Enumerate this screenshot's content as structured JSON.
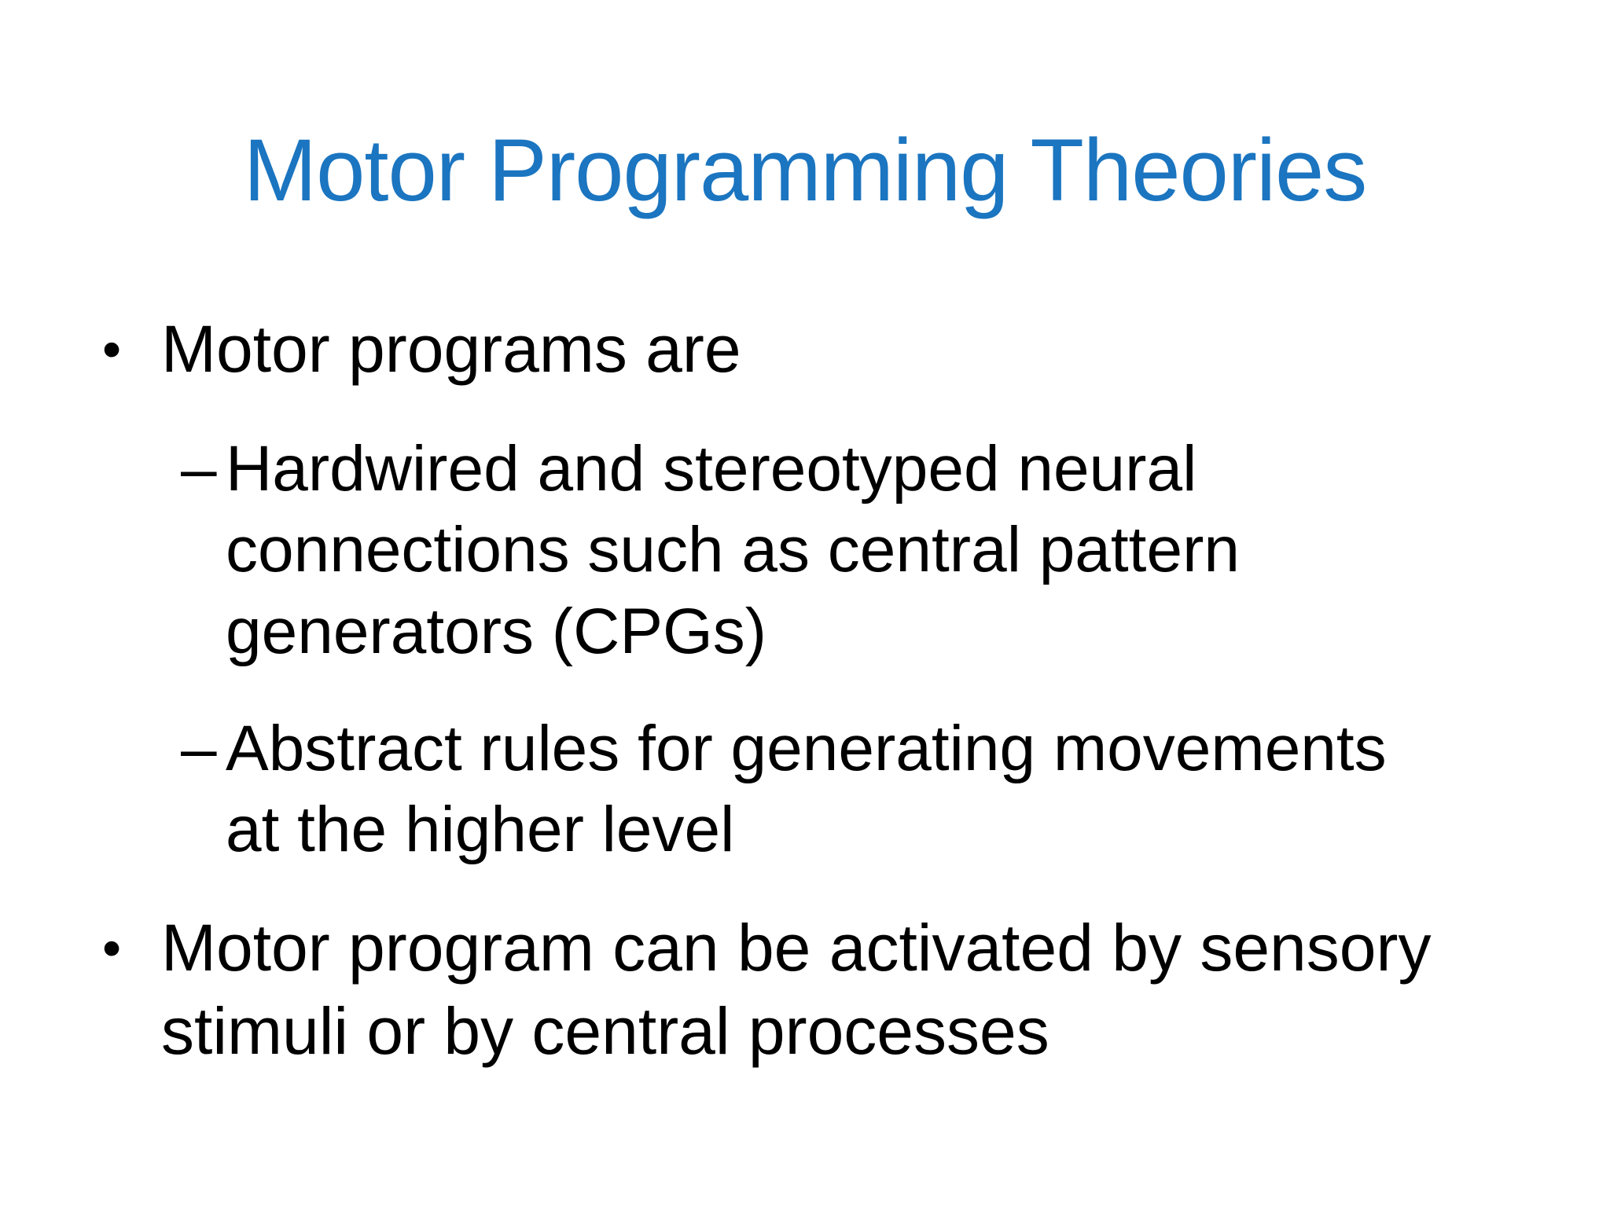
{
  "slide": {
    "title": "Motor Programming Theories",
    "title_color": "#1B75C0",
    "text_color": "#000000",
    "background_color": "#FFFFFF",
    "bullets": [
      {
        "level": 1,
        "marker": "•",
        "text": "Motor programs are"
      },
      {
        "level": 2,
        "marker": "–",
        "text": "Hardwired and stereotyped neural connections such as central pattern generators (CPGs)"
      },
      {
        "level": 2,
        "marker": "–",
        "text": "Abstract rules for generating movements at the higher level"
      },
      {
        "level": 1,
        "marker": "•",
        "text": "Motor program can be activated by sensory stimuli or by central processes"
      }
    ]
  }
}
